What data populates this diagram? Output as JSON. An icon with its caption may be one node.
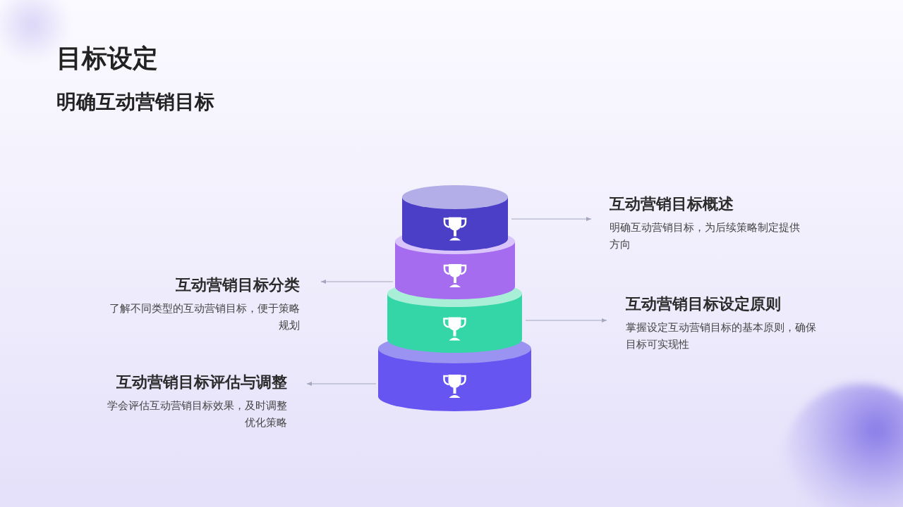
{
  "diagram": {
    "title": "目标设定",
    "nodes": [
      {
        "text": [],
        "shape": "cylinder"
      },
      {
        "text": [],
        "shape": "cylinder"
      },
      {
        "text": [],
        "shape": "cylinder"
      },
      {
        "text": [],
        "shape": "cylinder"
      },
      {
        "text": [
          "互动营销目标概述",
          "明确互动营销目标，为后续策略制定提供方向"
        ]
      },
      {
        "text": [
          "互动营销目标分类",
          "了解不同类型的互动营销目标，便于策略规划"
        ]
      },
      {
        "text": [
          "互动营销目标设定原则",
          "掌握设定互动营销目标的基本原则，确保目标可实现性"
        ]
      },
      {
        "text": [
          "互动营销目标评估与调整",
          "学会评估互动营销目标效果，及时调整优化策略"
        ]
      }
    ],
    "edges": [
      {
        "from": 0,
        "to": 4,
        "arrow": "to"
      },
      {
        "from": 1,
        "to": 5,
        "arrow": "to"
      },
      {
        "from": 2,
        "to": 6,
        "arrow": "to"
      },
      {
        "from": 3,
        "to": 7,
        "arrow": "to"
      }
    ],
    "labels": [
      "明确互动营销目标"
    ]
  }
}
